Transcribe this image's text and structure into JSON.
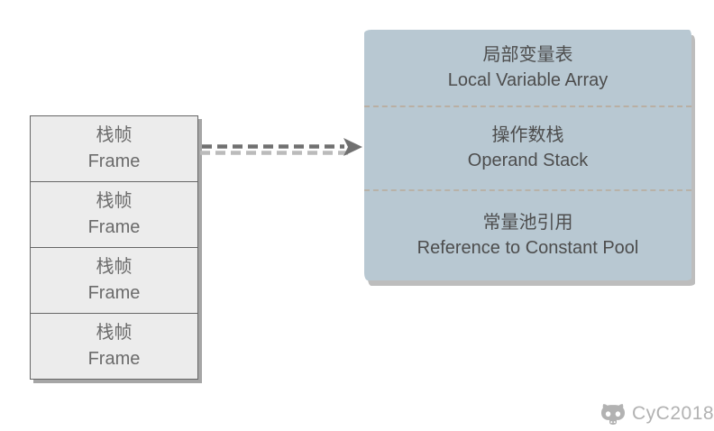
{
  "stack": {
    "frames": [
      {
        "zh": "栈帧",
        "en": "Frame"
      },
      {
        "zh": "栈帧",
        "en": "Frame"
      },
      {
        "zh": "栈帧",
        "en": "Frame"
      },
      {
        "zh": "栈帧",
        "en": "Frame"
      }
    ]
  },
  "frame_detail": {
    "sections": [
      {
        "zh": "局部变量表",
        "en": "Local Variable Array"
      },
      {
        "zh": "操作数栈",
        "en": "Operand Stack"
      },
      {
        "zh": "常量池引用",
        "en": "Reference to Constant Pool"
      }
    ]
  },
  "watermark": {
    "label": "CyC2018",
    "icon": "octocat-icon"
  },
  "colors": {
    "page_bg": "#ffffff",
    "detail_box_fill": "#b8c8d2",
    "detail_shadow": "#bdbdbd",
    "frame_fill": "#ececec",
    "frame_border": "#666666",
    "shadow_gray": "#a6a6a6",
    "arrow_dark": "#707070",
    "arrow_light": "#bbbbbb",
    "text_dark": "#4d4d4d",
    "text_frame": "#6b6b6b",
    "watermark_gray": "#b2b2b2",
    "divider_tan": "#ba916a"
  }
}
